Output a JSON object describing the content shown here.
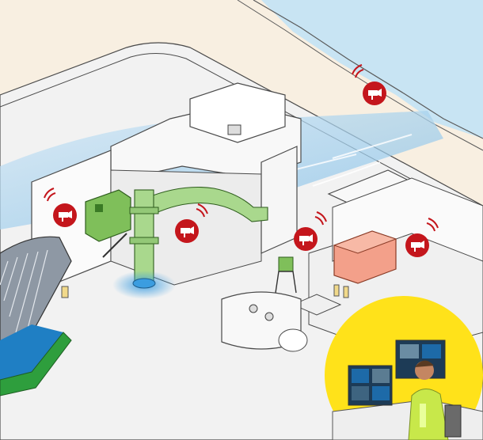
{
  "colors": {
    "background": "#f8efe1",
    "water": "#c8e4f3",
    "water_stream": "#9fcdec",
    "building_fill": "#f6f6f6",
    "building_stroke": "#4a4a4a",
    "pump_green": "#a9d88d",
    "motor_green": "#7fbf5a",
    "generator_salmon": "#f3a08a",
    "camera_red": "#c4161c",
    "screen_blue": "#1d6aa8",
    "monitor_room_yellow": "#ffe21a",
    "operator_vest": "#c8e84a"
  },
  "icons": {
    "camera": "surveillance-camera-icon",
    "signal": "wireless-signal-icon"
  },
  "cameras": [
    {
      "id": "cam-1",
      "zone": "water-intake"
    },
    {
      "id": "cam-2",
      "zone": "pump-house-left"
    },
    {
      "id": "cam-3",
      "zone": "pump-house-center"
    },
    {
      "id": "cam-4",
      "zone": "generator-room-left"
    },
    {
      "id": "cam-5",
      "zone": "generator-room-right"
    }
  ]
}
